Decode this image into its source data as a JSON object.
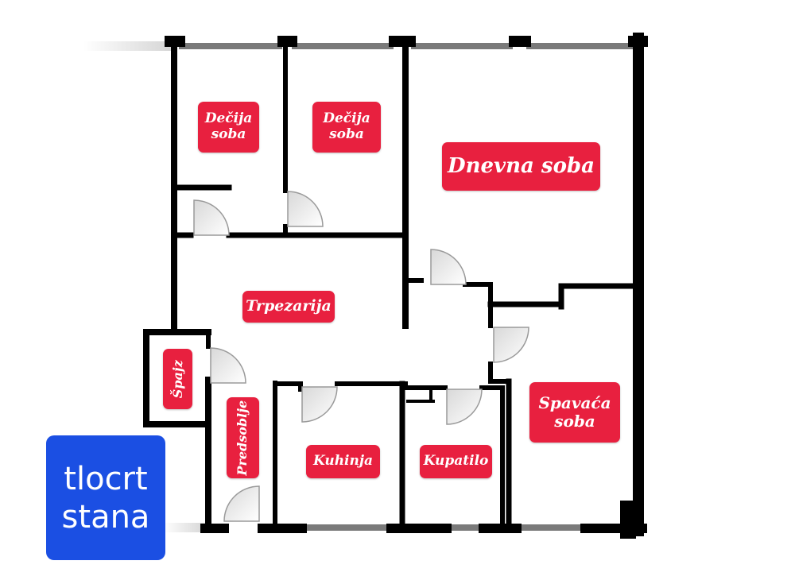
{
  "rooms": {
    "decija_soba_1": "Dečija\nsoba",
    "decija_soba_2": "Dečija\nsoba",
    "dnevna_soba": "Dnevna soba",
    "trpezarija": "Trpezarija",
    "spajz": "Špajz",
    "predsoblje": "Predsoblje",
    "kuhinja": "Kuhinja",
    "kupatilo": "Kupatilo",
    "spavaca_soba": "Spavaća\nsoba"
  },
  "badge": {
    "text": "tlocrt\nstana"
  },
  "colors": {
    "label_bg": "#e8203f",
    "wall": "#000000",
    "window": "#7a7a7a",
    "badge_bg": "#1b4fe3"
  }
}
